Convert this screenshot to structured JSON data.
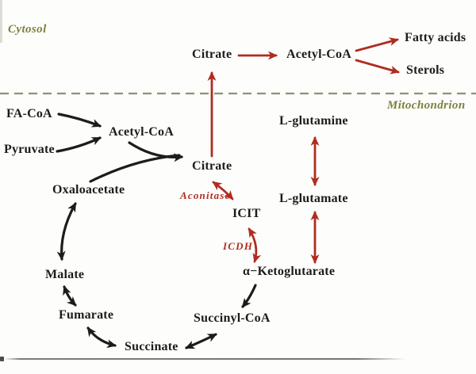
{
  "compartments": {
    "cytosol": "Cytosol",
    "mitochondrion": "Mitochondrion"
  },
  "nodes": {
    "citrate_cytosol": "Citrate",
    "acetyl_coa_cytosol": "Acetyl-CoA",
    "fatty_acids": "Fatty acids",
    "sterols": "Sterols",
    "fa_coa": "FA-CoA",
    "pyruvate": "Pyruvate",
    "acetyl_coa_mito": "Acetyl-CoA",
    "citrate_mito": "Citrate",
    "oxaloacetate": "Oxaloacetate",
    "icit": "ICIT",
    "alpha_ketoglutarate": "α−Ketoglutarate",
    "succinyl_coa": "Succinyl-CoA",
    "succinate": "Succinate",
    "fumarate": "Fumarate",
    "malate": "Malate",
    "l_glutamine": "L-glutamine",
    "l_glutamate": "L-glutamate"
  },
  "enzymes": {
    "aconitase": "Aconitase",
    "icdh": "ICDH"
  },
  "colors": {
    "arrow_black": "#1c1c1c",
    "arrow_red": "#b02c20",
    "compartment_label": "#7d803c",
    "membrane_dash": "#8f9077"
  }
}
